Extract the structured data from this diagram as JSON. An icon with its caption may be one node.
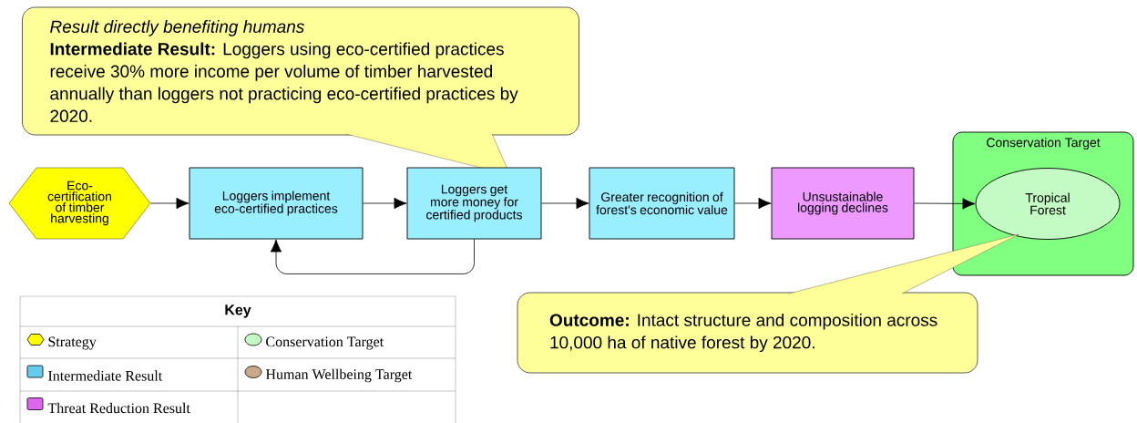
{
  "diagram": {
    "nodes": [
      {
        "text": [
          "Result directly benefiting humans",
          "**Intermediate Result:** Loggers using eco-certified practices receive 30% more income per volume of timber harvested annually than loggers not practicing eco-certified practices by 2020."
        ]
      },
      {
        "text": [
          "Eco-certification of timber harvesting"
        ]
      },
      {
        "text": [
          "Loggers implement eco-certified practices"
        ]
      },
      {
        "text": [
          "Loggers get more money for certified products"
        ]
      },
      {
        "text": [
          "Greater recognition of forest's economic value"
        ]
      },
      {
        "text": [
          "Unsustainable logging declines"
        ]
      },
      {
        "text": [
          "Conservation Target"
        ]
      },
      {
        "text": [
          "Tropical Forest"
        ],
        "in": 6
      },
      {
        "text": [
          "**Outcome:** Intact structure and composition across 10,000 ha of native forest by 2020."
        ]
      }
    ],
    "edges": [
      {
        "from": 1,
        "to": 2,
        "arrow": "to"
      },
      {
        "from": 2,
        "to": 3,
        "arrow": "to"
      },
      {
        "from": 3,
        "to": 4,
        "arrow": "to"
      },
      {
        "from": 4,
        "to": 5,
        "arrow": "to"
      },
      {
        "from": 5,
        "to": 7,
        "arrow": "to"
      },
      {
        "from": 3,
        "to": 2,
        "arrow": "to"
      }
    ],
    "labels": [
      "Key"
    ],
    "legend": [
      {
        "text": "Strategy",
        "color": "#ffff00"
      },
      {
        "text": "Conservation Target",
        "color": "#c4f8c4"
      },
      {
        "text": "Intermediate Result",
        "color": "#66ccee"
      },
      {
        "text": "Human Wellbeing Target",
        "color": "#c8a888"
      },
      {
        "text": "Threat Reduction Result",
        "color": "#dd66ee"
      }
    ]
  }
}
